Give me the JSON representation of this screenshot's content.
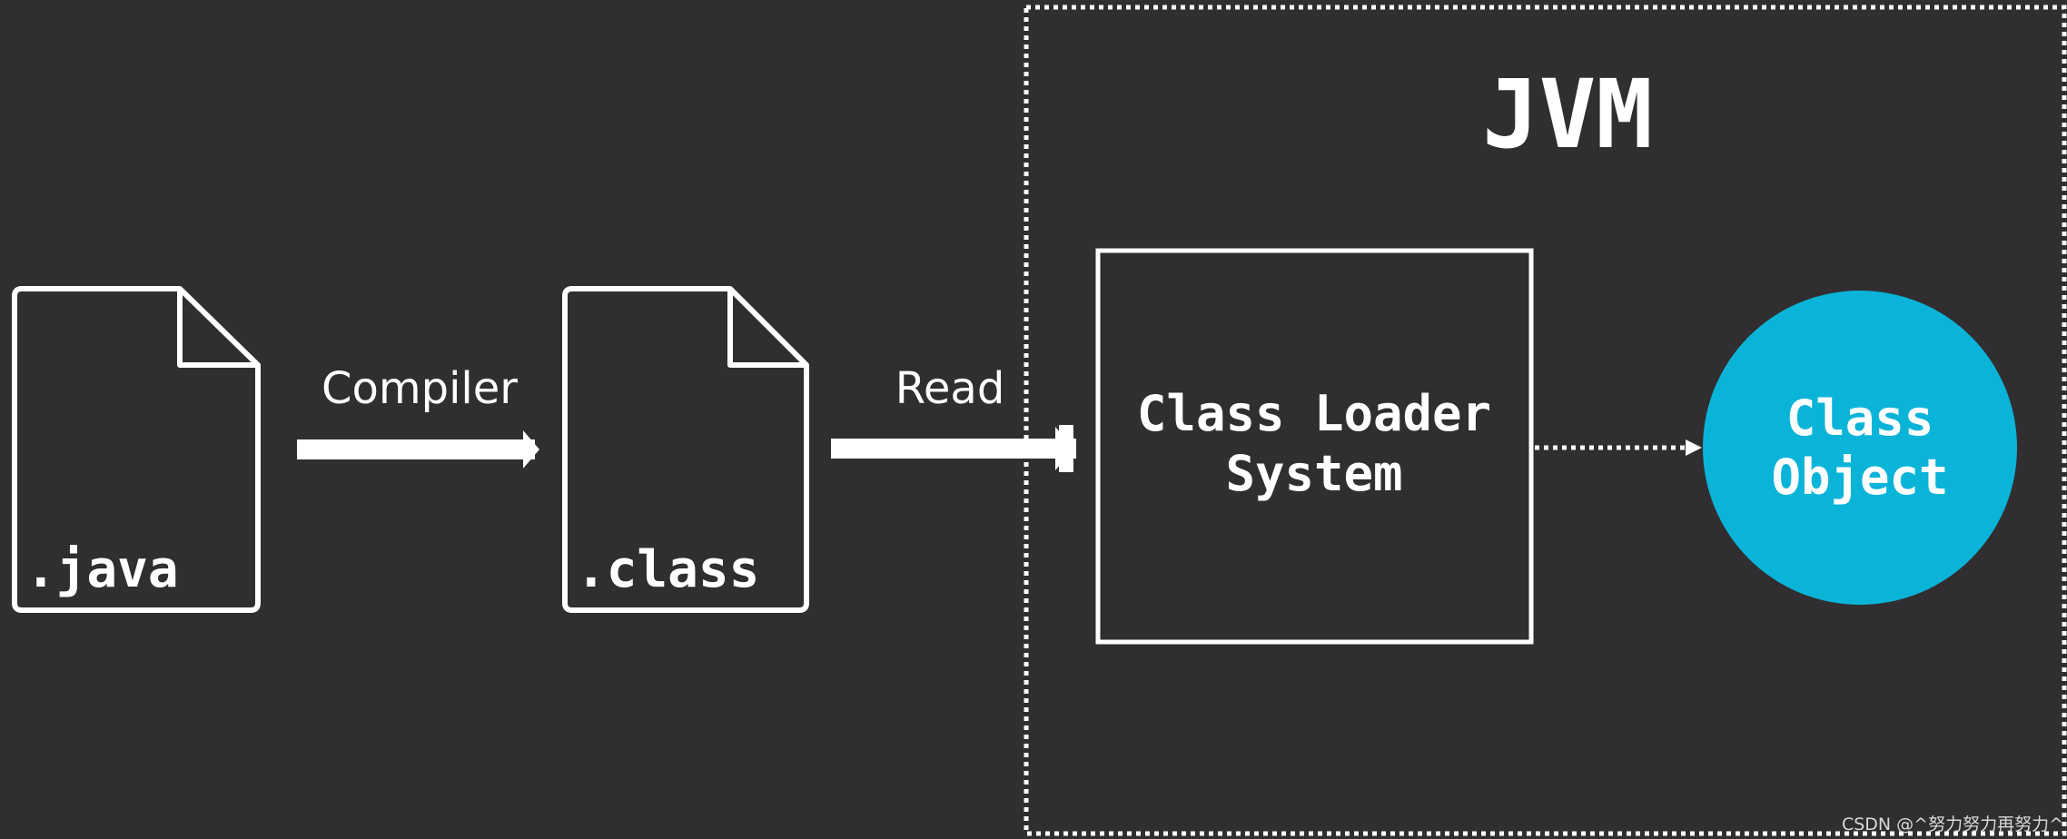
{
  "colors": {
    "background": "#302e30",
    "stroke": "#ffffff",
    "class_object_fill": "#0ab4d8"
  },
  "jvm": {
    "title": "JVM"
  },
  "java_file": {
    "label": ".java",
    "icon": "file-icon"
  },
  "compiler_step": {
    "label": "Compiler"
  },
  "class_file": {
    "label": ".class",
    "icon": "file-icon"
  },
  "read_step": {
    "label": "Read"
  },
  "class_loader": {
    "line1": "Class Loader",
    "line2": "System"
  },
  "class_object": {
    "line1": "Class",
    "line2": "Object"
  },
  "watermark": {
    "text": "CSDN @^努力努力再努力^"
  }
}
